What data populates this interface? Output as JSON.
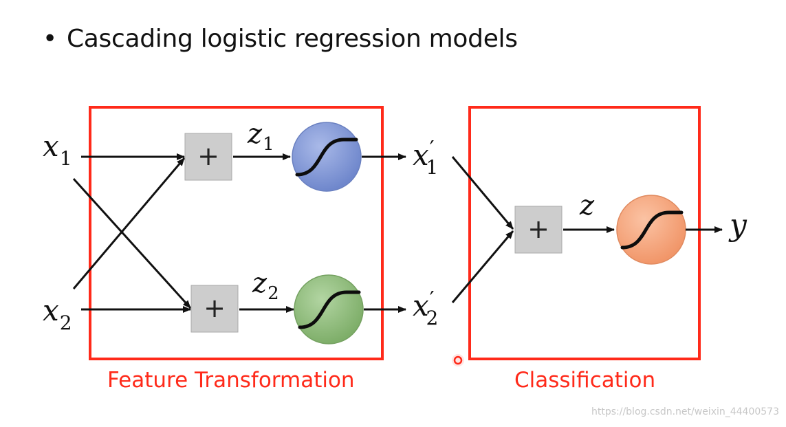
{
  "slide": {
    "bullet_symbol": "•",
    "bullet_text": "Cascading logistic regression models"
  },
  "diagram": {
    "inputs": [
      {
        "var": "x",
        "sub": "1"
      },
      {
        "var": "x",
        "sub": "2"
      }
    ],
    "intermediate": [
      {
        "var": "z",
        "sub": "1"
      },
      {
        "var": "z",
        "sub": "2"
      }
    ],
    "transformed": [
      {
        "var": "x",
        "prime": "′",
        "sub": "1"
      },
      {
        "var": "x",
        "prime": "′",
        "sub": "2"
      }
    ],
    "final_z": "z",
    "output": "y",
    "sum_symbol": "+",
    "sigmoid_colors": {
      "top": "#7f97d6",
      "bottom": "#8ebf79",
      "final": "#f6a47c"
    },
    "box_color": "#ff2a1a"
  },
  "captions": {
    "feature_transformation": "Feature Transformation",
    "classification": "Classification"
  },
  "watermark": "https://blog.csdn.net/weixin_44400573"
}
